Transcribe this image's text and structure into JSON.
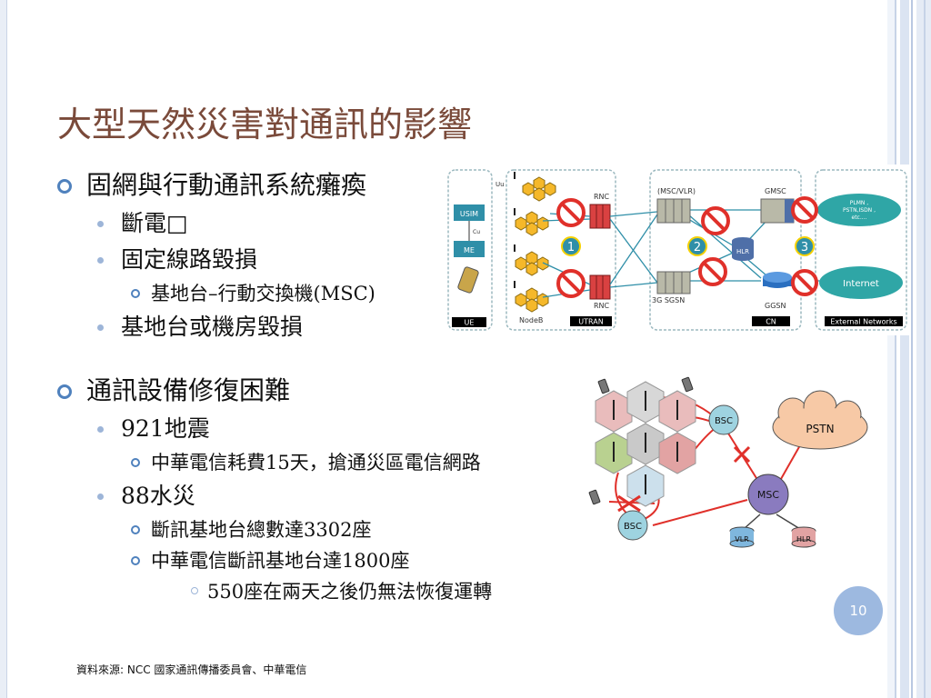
{
  "slide": {
    "title": "大型天然災害對通訊的影響",
    "page_number": "10",
    "source_note": "資料來源: NCC 國家通訊傳播委員會、中華電信"
  },
  "bullets": {
    "b1": "固網與行動通訊系統癱瘓",
    "b1_1": "斷電□",
    "b1_2": "固定線路毀損",
    "b1_2_1": "基地台–行動交換機(MSC)",
    "b1_3": "基地台或機房毀損",
    "b2": "通訊設備修復困難",
    "b2_1": "921地震",
    "b2_1_1": "中華電信耗費15天，搶通災區電信網路",
    "b2_2": "88水災",
    "b2_2_1": "斷訊基地台總數達3302座",
    "b2_2_2": "中華電信斷訊基地台達1800座",
    "b2_2_2_1": "550座在兩天之後仍無法恢復運轉"
  },
  "network_diagram": {
    "uu": "Uu",
    "usim": "USIM",
    "cu": "Cu",
    "me": "ME",
    "ue": "UE",
    "rnc_top": "RNC",
    "rnc_bottom": "RNC",
    "nodeb": "NodeB",
    "utran": "UTRAN",
    "msc_vlr": "(MSC/VLR)",
    "gmsc": "GMSC",
    "hlr": "HLR",
    "sgsn": "3G SGSN",
    "ggsn": "GGSN",
    "cn": "CN",
    "ext1": "PLMN ,",
    "ext2": "PSTN,ISDN ,",
    "ext3": "etc....",
    "internet": "Internet",
    "external": "External Networks",
    "n1": "1",
    "n2": "2",
    "n3": "3"
  },
  "cell_diagram": {
    "bsc_top": "BSC",
    "bsc_bottom": "BSC",
    "pstn": "PSTN",
    "msc": "MSC",
    "vlr": "VLR",
    "hlr": "HLR"
  },
  "colors": {
    "title": "#7a4a3a",
    "accent": "#4f81bd",
    "teal_cloud": "#2fa6a6",
    "stop_red": "#e0302a",
    "hex_yellow": "#f5b82a",
    "pstn_cloud": "#f7c9a6",
    "msc_purple": "#8a7bbf"
  }
}
